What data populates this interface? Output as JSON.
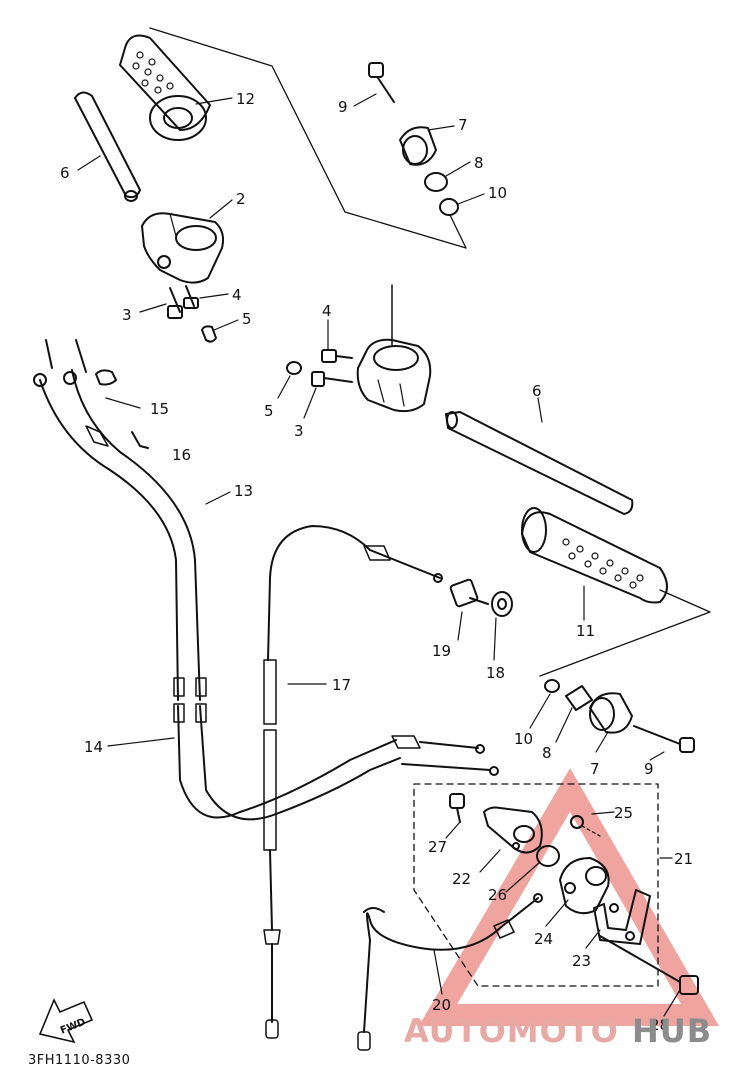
{
  "diagram_code": "3FH1110-8330",
  "direction_label": "FWD",
  "watermark": {
    "part_red": "AUTOMOTO",
    "part_gray": "HUB",
    "color_red": "#e8a9a4",
    "color_gray": "#8c8c8c"
  },
  "callouts": {
    "c12": "12",
    "c6a": "6",
    "c2": "2",
    "c3a": "3",
    "c4a": "4",
    "c5a": "5",
    "c9a": "9",
    "c7a": "7",
    "c8a": "8",
    "c10a": "10",
    "c4b": "4",
    "c5b": "5",
    "c3b": "3",
    "c6b": "6",
    "c15": "15",
    "c16": "16",
    "c13": "13",
    "c11": "11",
    "c19": "19",
    "c18": "18",
    "c17": "17",
    "c10b": "10",
    "c8b": "8",
    "c7b": "7",
    "c9b": "9",
    "c14": "14",
    "c25": "25",
    "c27": "27",
    "c21": "21",
    "c22": "22",
    "c26": "26",
    "c24": "24",
    "c23": "23",
    "c20": "20",
    "c28": "28"
  }
}
